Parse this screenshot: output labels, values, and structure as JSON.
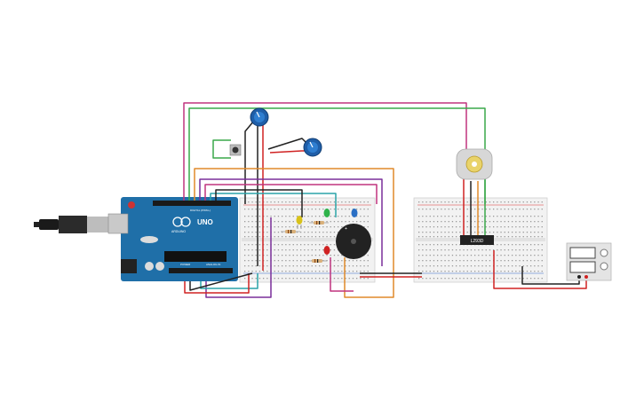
{
  "arduino": {
    "model_label": "UNO",
    "brand_label": "ARDUINO",
    "digital_label": "DIGITAL (PWM~)",
    "power_label": "POWER",
    "analog_label": "ANALOG IN"
  },
  "chip": {
    "label": "L293D"
  },
  "colors": {
    "arduino_board": "#1f6fa8",
    "breadboard": "#f2f2f2",
    "wire_magenta": "#c0347f",
    "wire_green": "#3aa84a",
    "wire_orange": "#e08a2a",
    "wire_purple": "#7a2f9a",
    "wire_red": "#d02222",
    "wire_black": "#222222",
    "wire_teal": "#2aa4a8",
    "potentiometer": "#1f5ea8",
    "led_yellow": "#d8c21a",
    "led_green": "#2fb24a",
    "led_blue": "#2a6fc4",
    "led_red": "#d02222",
    "buzzer": "#222222",
    "motor": "#d7d7d7"
  },
  "icons": [
    "usb-plug-icon",
    "arduino-logo-icon",
    "potentiometer-icon",
    "pushbutton-icon",
    "led-icon",
    "resistor-icon",
    "buzzer-icon",
    "dc-motor-icon",
    "power-supply-icon"
  ]
}
